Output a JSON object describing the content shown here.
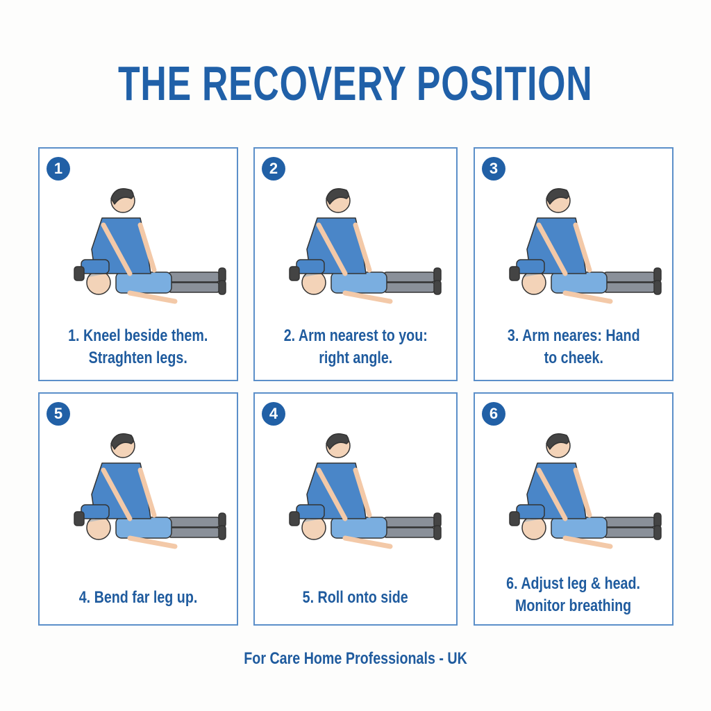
{
  "title": "THE RECOVERY POSITION",
  "panels": [
    {
      "badge": "1",
      "caption": "1. Kneel beside them.\nStraghten legs."
    },
    {
      "badge": "2",
      "caption": "2. Arm nearest to you:\nright angle."
    },
    {
      "badge": "3",
      "caption": "3. Arm neares: Hand\nto cheek."
    },
    {
      "badge": "5",
      "caption": "4. Bend far leg up."
    },
    {
      "badge": "4",
      "caption": "5. Roll onto side"
    },
    {
      "badge": "6",
      "caption": "6. Adjust leg & head.\nMonitor breathing"
    }
  ],
  "footer": "For Care Home Professionals - UK",
  "colors": {
    "accent": "#2060a8",
    "border": "#5b8fc9",
    "scrubs": "#4a86c8",
    "shirt": "#7aaee0",
    "trousers": "#8a9099"
  }
}
